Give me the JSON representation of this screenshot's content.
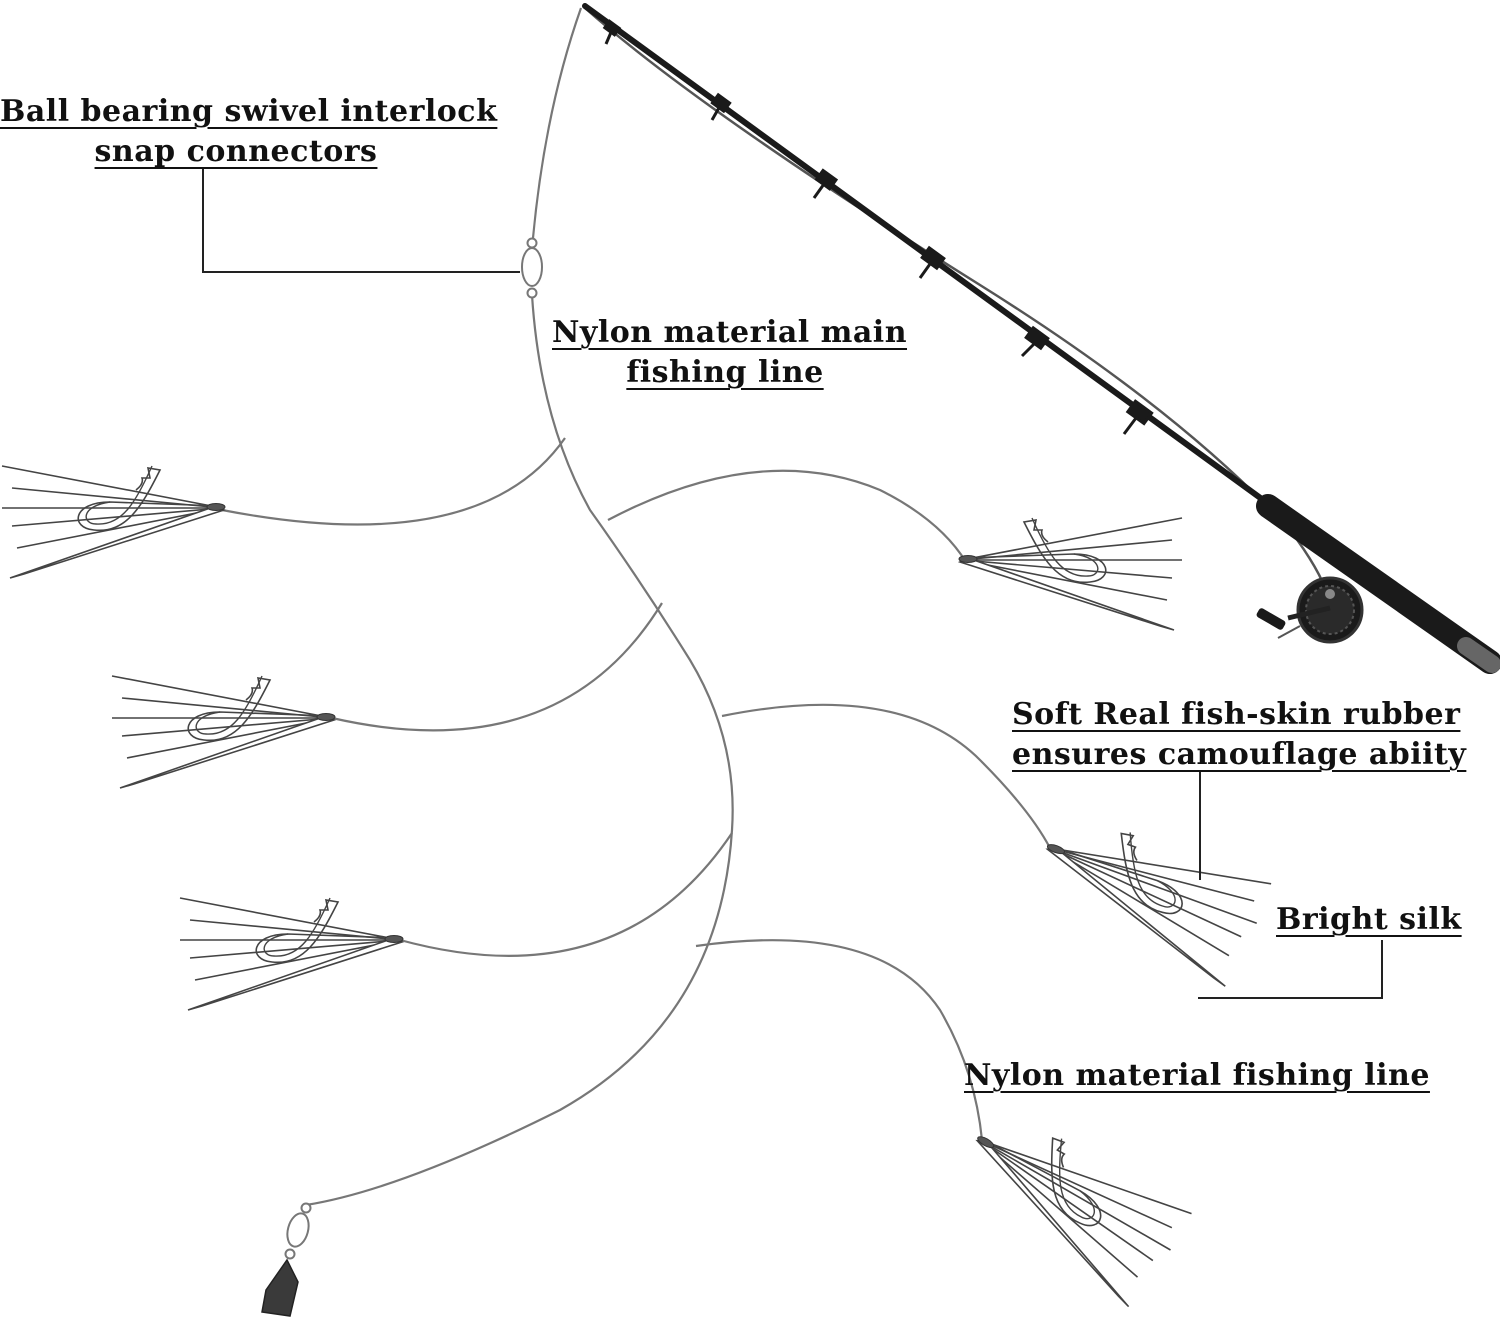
{
  "labels": {
    "swivel": {
      "line1": "Ball bearing swivel interlock",
      "line2": "snap connectors"
    },
    "main_line": {
      "line1": "Nylon material main",
      "line2": "fishing line"
    },
    "fish_skin": {
      "line1": "Soft Real fish-skin rubber",
      "line2": "ensures camouflage abiity"
    },
    "silk": "Bright silk",
    "branch_line": "Nylon material fishing line"
  },
  "colors": {
    "line": "#777777",
    "ink": "#111111",
    "rod": "#1a1a1a",
    "sinker": "#3a3a3a"
  }
}
